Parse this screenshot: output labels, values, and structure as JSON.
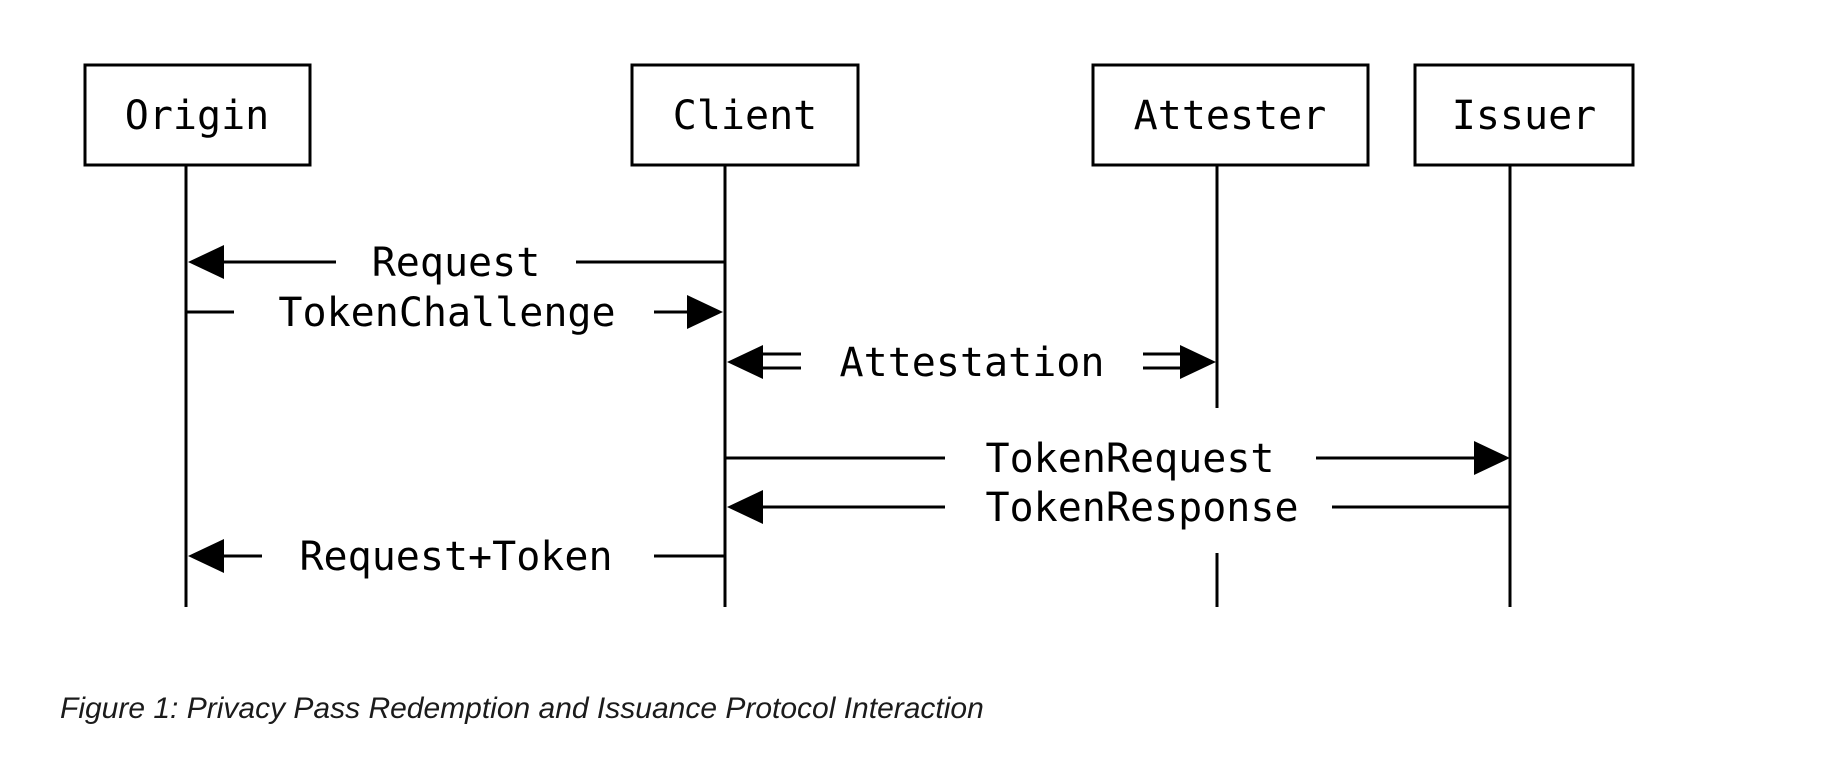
{
  "figure": {
    "type": "sequence-diagram",
    "caption": "Figure 1: Privacy Pass Redemption and Issuance Protocol Interaction",
    "actors": [
      {
        "label": "Origin"
      },
      {
        "label": "Client"
      },
      {
        "label": "Attester"
      },
      {
        "label": "Issuer"
      }
    ],
    "messages": [
      {
        "label": "Request",
        "from": "Client",
        "to": "Origin",
        "arrow": "left"
      },
      {
        "label": "TokenChallenge",
        "from": "Origin",
        "to": "Client",
        "arrow": "right"
      },
      {
        "label": "Attestation",
        "from": "Client",
        "to": "Attester",
        "arrow": "double-line-both-directions"
      },
      {
        "label": "TokenRequest",
        "from": "Client",
        "to": "Issuer",
        "arrow": "right"
      },
      {
        "label": "TokenResponse",
        "from": "Issuer",
        "to": "Client",
        "arrow": "left"
      },
      {
        "label": "Request+Token",
        "from": "Client",
        "to": "Origin",
        "arrow": "left"
      }
    ],
    "icons": {
      "arrowhead_left": "◀",
      "arrowhead_right": "▶"
    },
    "colors": {
      "line": "#000000",
      "background": "#ffffff",
      "caption_text": "#1b1b1b"
    }
  }
}
